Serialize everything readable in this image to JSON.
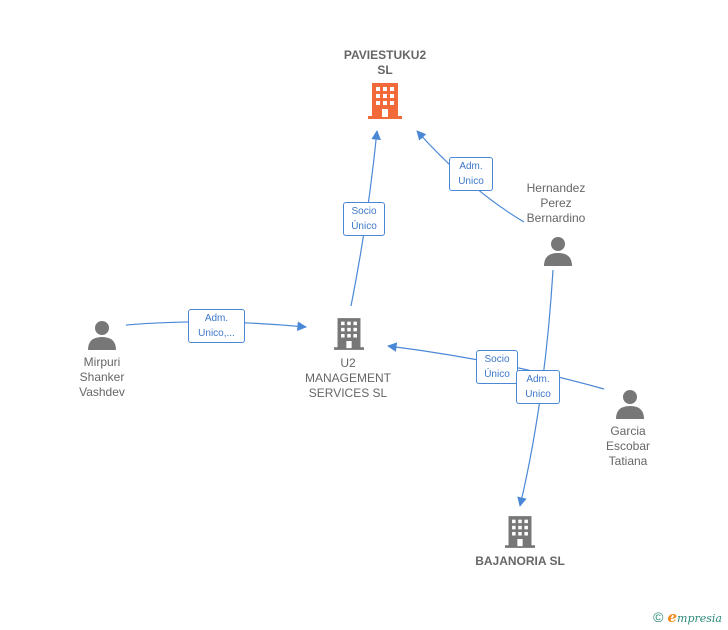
{
  "colors": {
    "edge": "#4a88d6",
    "highlight_building": "#f26a3a",
    "building": "#777777",
    "person": "#777777"
  },
  "nodes": {
    "paviestuku": {
      "label": "PAVIESTUKU2\nSL",
      "icon": "building-icon"
    },
    "u2": {
      "label": "U2\nMANAGEMENT\nSERVICES  SL",
      "icon": "building-icon"
    },
    "bajanoria": {
      "label": "BAJANORIA SL",
      "icon": "building-icon"
    },
    "hernandez": {
      "label": "Hernandez\nPerez\nBernardino",
      "icon": "person-icon"
    },
    "mirpuri": {
      "label": "Mirpuri\nShanker\nVashdev",
      "icon": "person-icon"
    },
    "garcia": {
      "label": "Garcia\nEscobar\nTatiana",
      "icon": "person-icon"
    }
  },
  "edges": {
    "u2_to_paviestuku": "Socio\nÚnico",
    "hernandez_to_paviestuku": "Adm.\nUnico",
    "mirpuri_to_u2": "Adm.\nUnico,...",
    "garcia_to_u2": "Socio\nÚnico",
    "hernandez_to_bajanoria": "Adm.\nUnico"
  },
  "footer": {
    "copyright_symbol": "©",
    "brand_initial": "e",
    "brand_rest": "mpresia"
  }
}
